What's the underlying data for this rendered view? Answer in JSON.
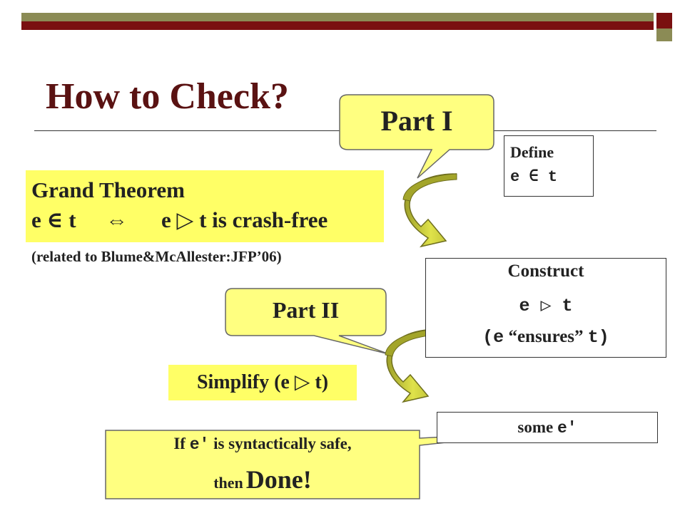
{
  "slide": {
    "title": "How to Check?",
    "part1_label": "Part I",
    "part2_label": "Part II",
    "define_box": {
      "line1": "Define",
      "line2": "e ∈ t"
    },
    "theorem": {
      "heading": "Grand Theorem",
      "lhs": "e ∈ t",
      "iff": "⇔",
      "rhs": "e ▷ t is crash-free",
      "reference": "(related to Blume&McAllester:JFP’06)"
    },
    "construct_box": {
      "line1": "Construct",
      "line2": "e ▷ t",
      "line3_open": "(e",
      "line3_word": "“ensures”",
      "line3_close": "t)"
    },
    "simplify": "Simplify (e ▷ t)",
    "some_box": {
      "word": "some",
      "code": "e′"
    },
    "done_callout": {
      "line1_if": "If",
      "line1_code": "e′",
      "line1_rest": "is syntactically safe,",
      "line2_then": "then",
      "line2_done": "Done!"
    },
    "colors": {
      "maroon": "#7a1010",
      "olive": "#8b8b55",
      "yellow": "#ffff66",
      "arrow_green": "#c8cc3a"
    }
  }
}
